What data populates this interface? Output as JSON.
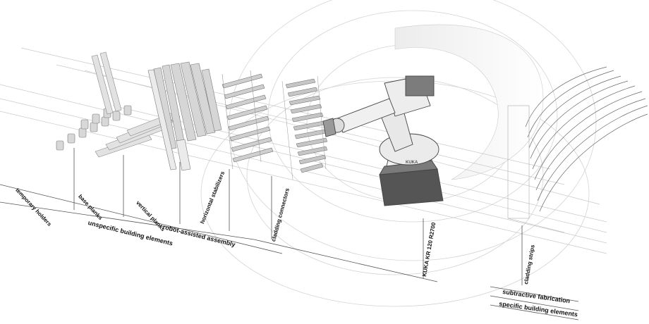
{
  "labels": {
    "temporary_holders": "temporary holders",
    "base_planks": "base planks",
    "vertical_planks": "vertical planks",
    "horizontal_stabilizers": "horizontal stabilizers",
    "cladding_connectors": "cladding connectors",
    "robot_model": "KUKA KR 120 R2700",
    "cladding_strips": "cladding strips",
    "robot_assisted_assembly": "robot-assisted assembly",
    "unspecific_building_elements": "unspecific building elements",
    "subtractive_fabrication": "subtractive fabrication",
    "specific_building_elements": "specific building elements",
    "robot_brand_mark": "KUKA"
  }
}
